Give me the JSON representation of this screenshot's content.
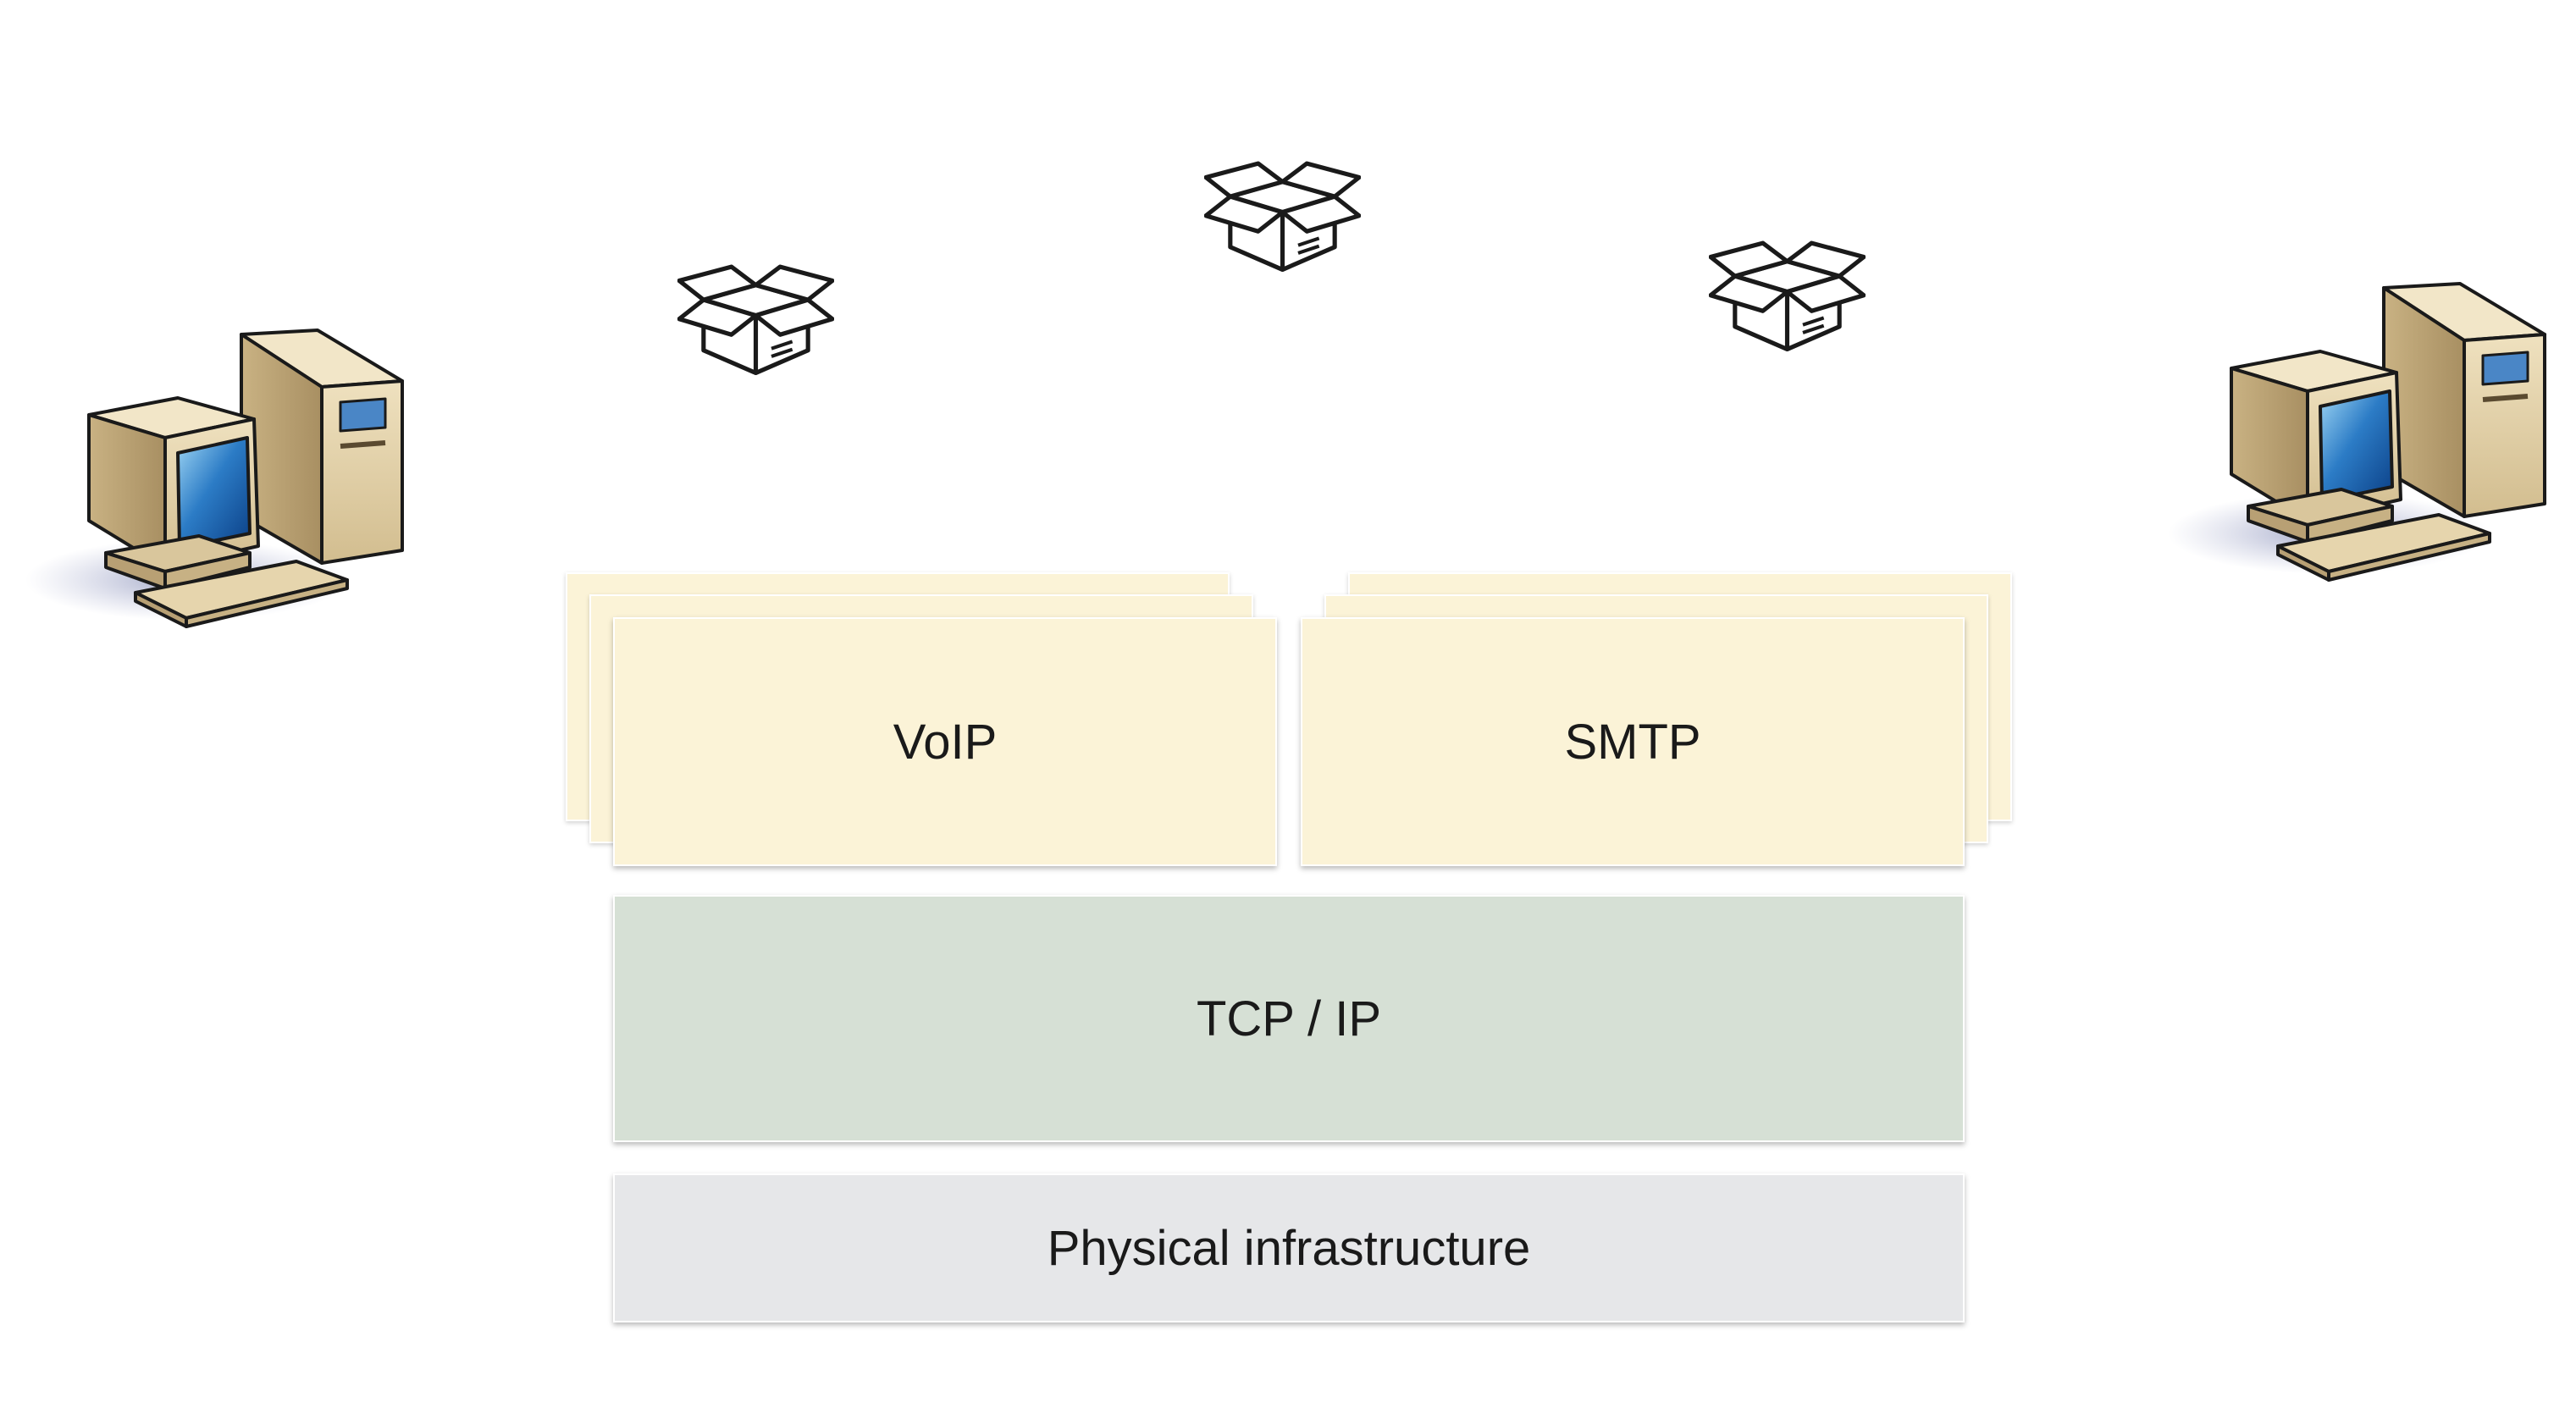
{
  "layers": {
    "voip": "VoIP",
    "smtp": "SMTP",
    "tcp_ip": "TCP / IP",
    "physical": "Physical infrastructure"
  },
  "icons": {
    "computer_left": "computer-icon",
    "computer_right": "computer-icon",
    "packages": [
      "package-icon",
      "package-icon",
      "package-icon"
    ]
  },
  "colors": {
    "application_layer": "#fbf3d7",
    "transport_layer": "#d6e0d5",
    "physical_layer": "#e6e7e9"
  }
}
